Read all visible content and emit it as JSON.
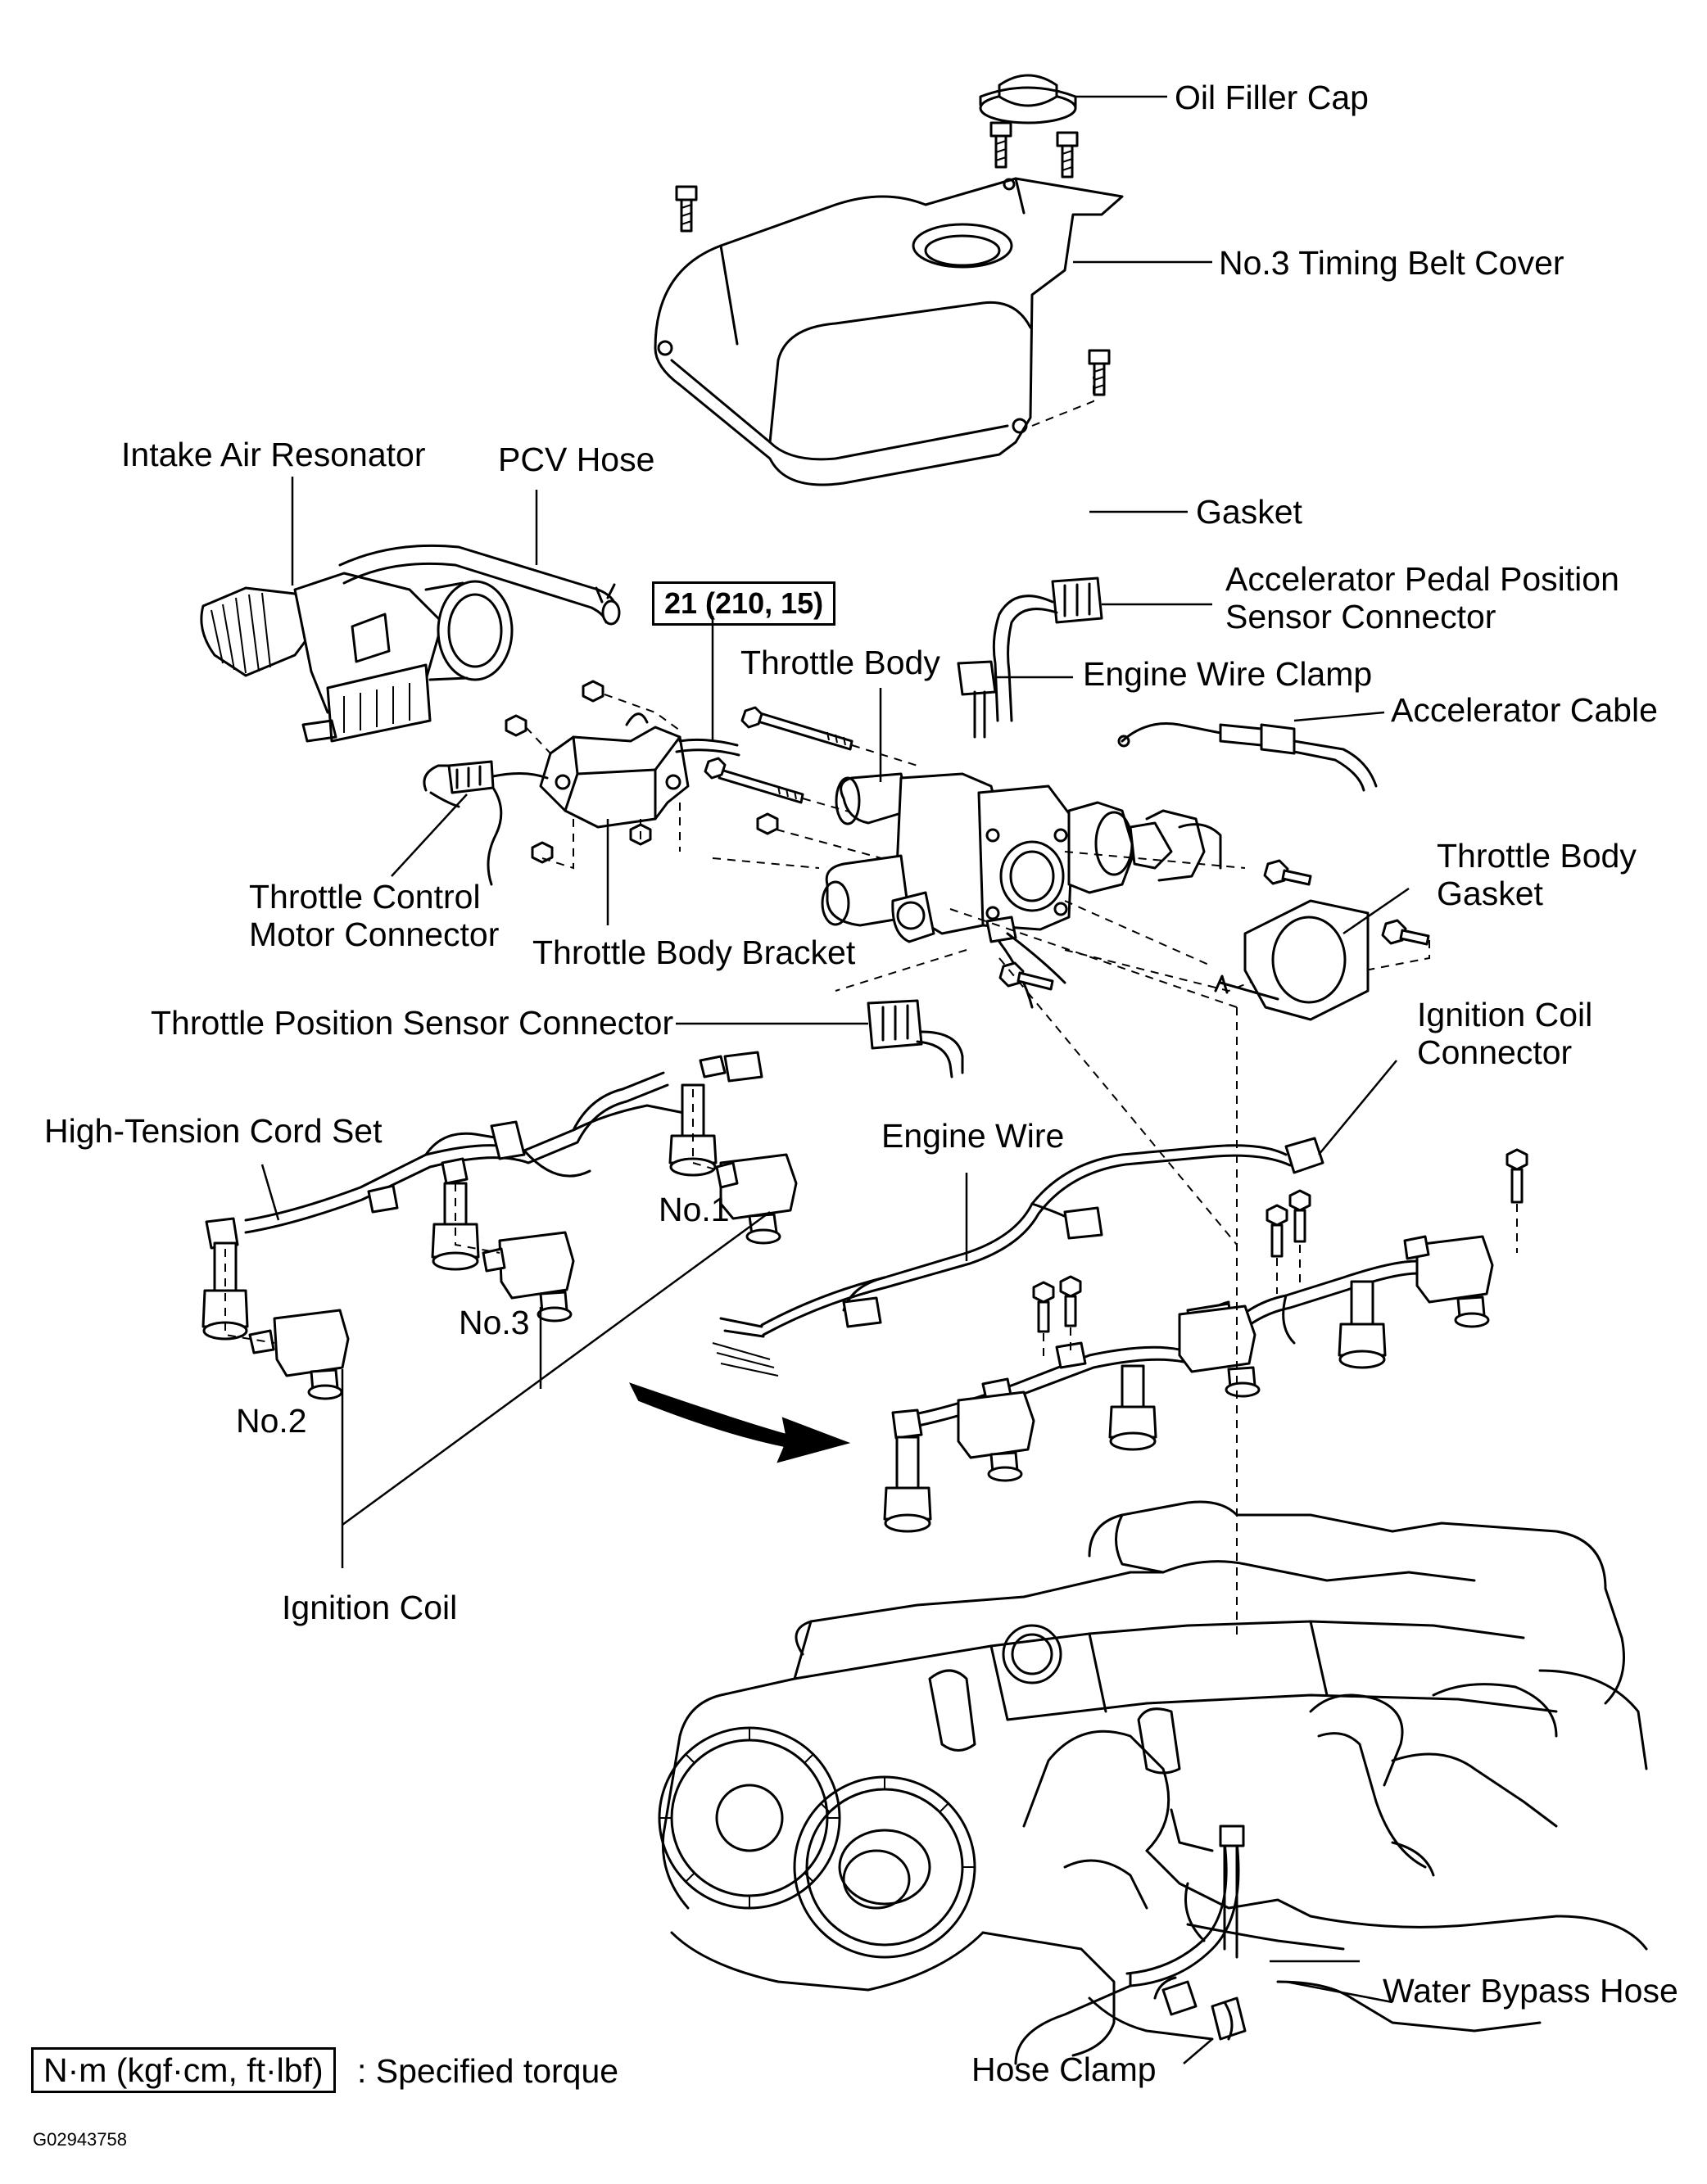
{
  "labels": {
    "oil_filler_cap": "Oil Filler Cap",
    "timing_belt_cover": "No.3 Timing Belt Cover",
    "intake_air_resonator": "Intake Air Resonator",
    "pcv_hose": "PCV Hose",
    "gasket": "Gasket",
    "accel_pedal_connector_1": "Accelerator Pedal Position",
    "accel_pedal_connector_2": "Sensor Connector",
    "throttle_body": "Throttle Body",
    "engine_wire_clamp": "Engine Wire Clamp",
    "accelerator_cable": "Accelerator Cable",
    "throttle_control_motor_1": "Throttle Control",
    "throttle_control_motor_2": "Motor Connector",
    "throttle_body_bracket": "Throttle Body Bracket",
    "throttle_body_gasket_1": "Throttle Body",
    "throttle_body_gasket_2": "Gasket",
    "throttle_position_sensor": "Throttle Position Sensor Connector",
    "ignition_coil_connector_1": "Ignition Coil",
    "ignition_coil_connector_2": "Connector",
    "high_tension_cord_set": "High-Tension Cord Set",
    "engine_wire": "Engine Wire",
    "no1": "No.1",
    "no2": "No.2",
    "no3": "No.3",
    "ignition_coil": "Ignition Coil",
    "water_bypass_hose": "Water Bypass Hose",
    "hose_clamp": "Hose Clamp"
  },
  "torque_spec": "21 (210, 15)",
  "legend": {
    "unit_box": "N·m (kgf·cm, ft·lbf)",
    "description": ": Specified torque"
  },
  "figure_id": "G02943758"
}
